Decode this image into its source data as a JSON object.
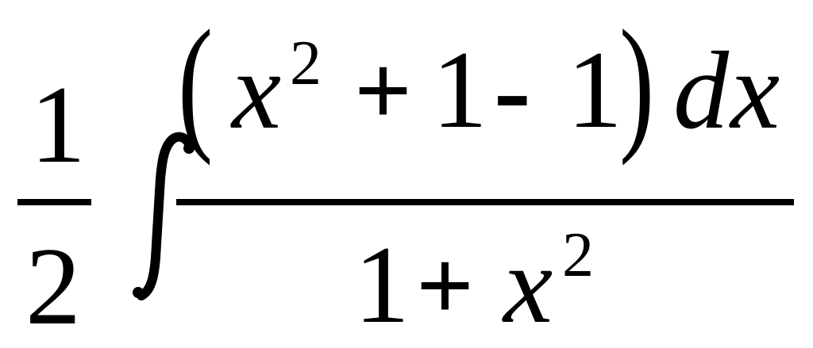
{
  "expression": {
    "coefficient": {
      "numerator": "1",
      "denominator": "2"
    },
    "integral_sign": "∫",
    "integrand": {
      "numerator": {
        "open_paren": "(",
        "variable": "x",
        "exponent": "2",
        "plus": "+",
        "term_one": "1",
        "minus": "-",
        "term_two": "1",
        "close_paren": ")",
        "differential_d": "d",
        "differential_var": "x"
      },
      "denominator": {
        "term_one": "1",
        "plus": "+",
        "variable": "x",
        "exponent": "2"
      }
    }
  },
  "colors": {
    "ink": "#000000",
    "background": "#ffffff"
  }
}
